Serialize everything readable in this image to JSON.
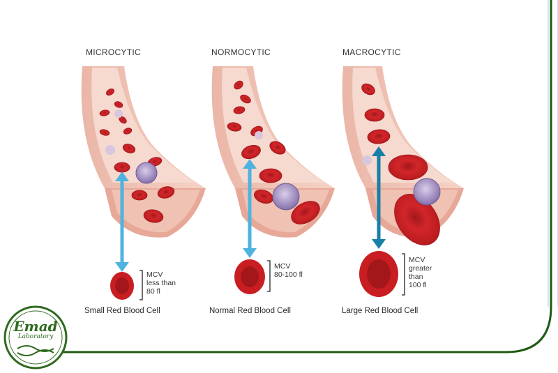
{
  "panels": [
    {
      "title": "MICROCYTIC",
      "caption": "Small Red Blood Cell",
      "mcv": [
        "MCV",
        "less than",
        "80 fl"
      ]
    },
    {
      "title": "NORMOCYTIC",
      "caption": "Normal Red Blood Cell",
      "mcv": [
        "MCV",
        "80-100 fl"
      ]
    },
    {
      "title": "MACROCYTIC",
      "caption": "Large Red Blood Cell",
      "mcv": [
        "MCV",
        "greater",
        "than",
        "100 fl"
      ]
    }
  ],
  "logo": {
    "name": "Emad",
    "sub": "Laboratory"
  },
  "colors": {
    "vessel_outer": "#e8b2a4",
    "vessel_inner": "#f2cdbf",
    "rbc": "#c81e22",
    "rbc_dark": "#9f1418",
    "arrow_light": "#4fb3df",
    "arrow_dark": "#1a7fa8",
    "frame_green": "#1f5a12",
    "frame_accent": "#cfe8e6",
    "logo_green": "#2f6a1e"
  }
}
